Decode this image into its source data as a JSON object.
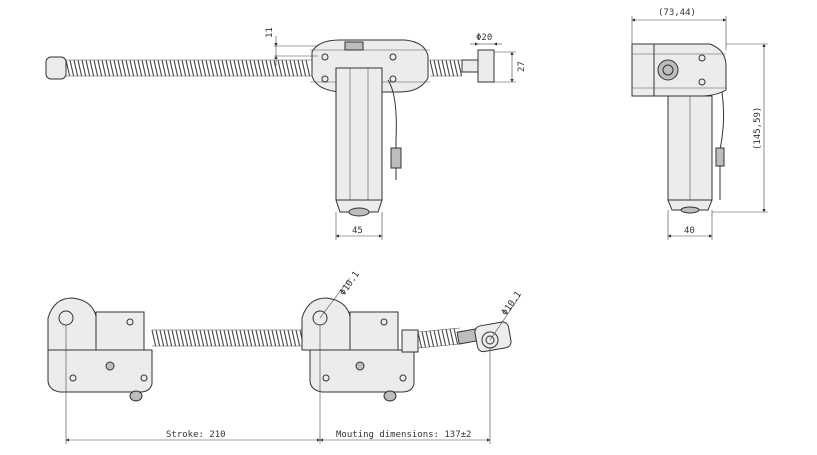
{
  "dimensions": {
    "top_height": "11",
    "pin_dia": "Φ20",
    "pin_height": "27",
    "motor_width_front": "45",
    "side_width": "(73,44)",
    "side_height": "(145,59)",
    "motor_width_side": "40",
    "hole_dia_left": "Φ10.1",
    "hole_dia_right": "Φ10.1",
    "stroke": "Stroke: 210",
    "mounting": "Mouting dimensions: 137±2"
  }
}
